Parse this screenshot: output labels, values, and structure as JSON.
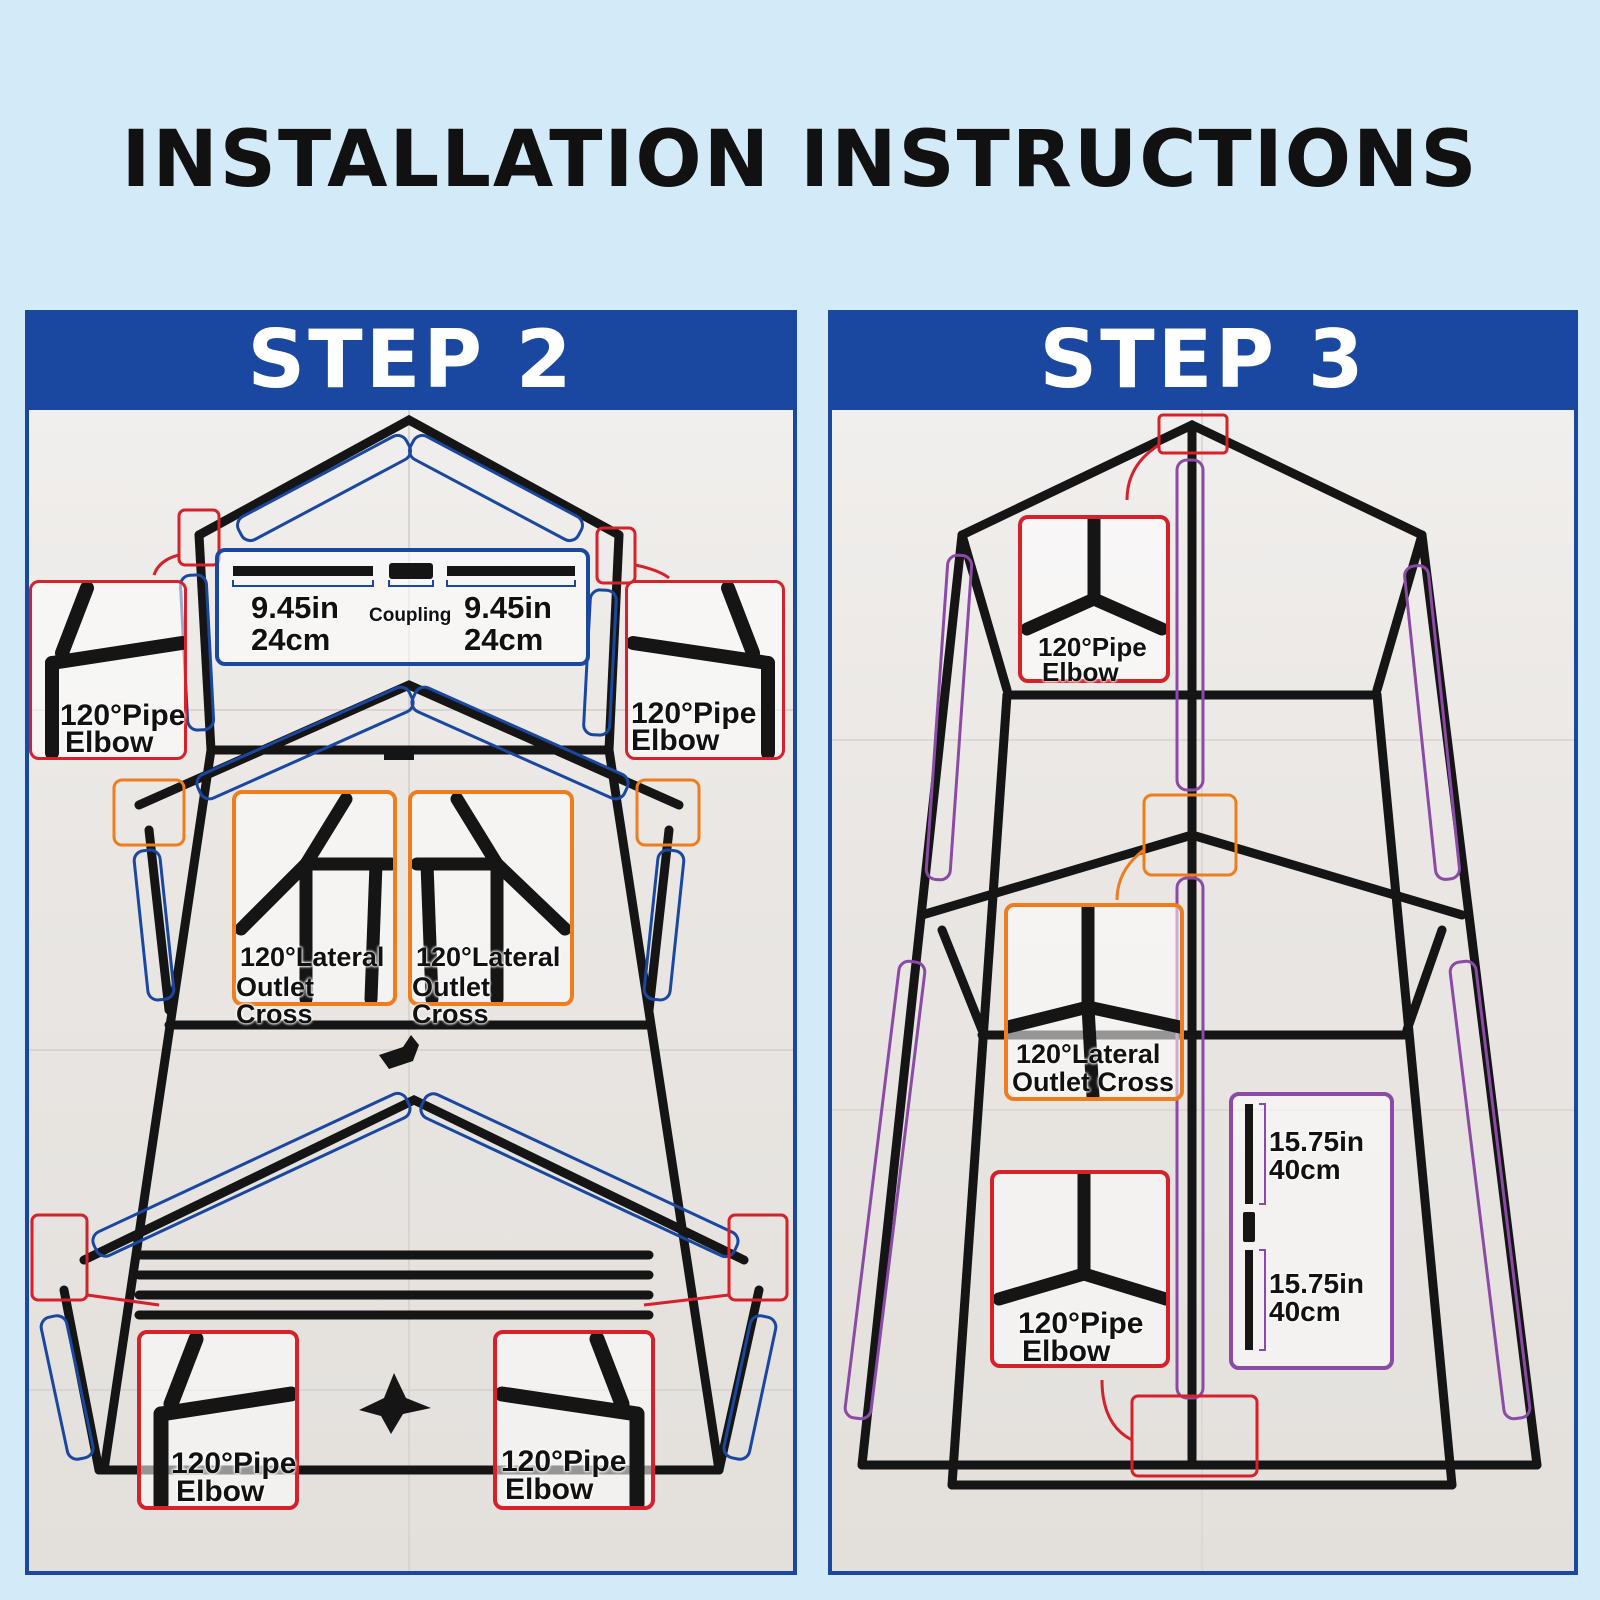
{
  "title": "INSTALLATION INSTRUCTIONS",
  "colors": {
    "background": "#d3ebf8",
    "header_blue": "#1a47a0",
    "elbow_red": "#d6202a",
    "cross_orange": "#ee7d1d",
    "pipe_blue": "#1a47a0",
    "pipe_purple": "#8a4aa6",
    "pipe_black": "#151515"
  },
  "step2": {
    "header": "STEP 2",
    "pipe_spec": {
      "left_length_in": "9.45in",
      "left_length_cm": "24cm",
      "coupling": "Coupling",
      "right_length_in": "9.45in",
      "right_length_cm": "24cm"
    },
    "elbow_top_left": {
      "line1": "120°Pipe",
      "line2": "Elbow"
    },
    "elbow_top_right": {
      "line1": "120°Pipe",
      "line2": "Elbow"
    },
    "cross_left": {
      "line1": "120°Lateral",
      "line2": "Outlet Cross"
    },
    "cross_right": {
      "line1": "120°Lateral",
      "line2": "Outlet Cross"
    },
    "elbow_bottom_left": {
      "line1": "120°Pipe",
      "line2": "Elbow"
    },
    "elbow_bottom_right": {
      "line1": "120°Pipe",
      "line2": "Elbow"
    }
  },
  "step3": {
    "header": "STEP 3",
    "elbow_top": {
      "line1": "120°Pipe",
      "line2": "Elbow"
    },
    "cross": {
      "line1": "120°Lateral",
      "line2": "Outlet Cross"
    },
    "elbow_bottom": {
      "line1": "120°Pipe",
      "line2": "Elbow"
    },
    "pipe_spec": {
      "upper_in": "15.75in",
      "upper_cm": "40cm",
      "lower_in": "15.75in",
      "lower_cm": "40cm"
    }
  }
}
